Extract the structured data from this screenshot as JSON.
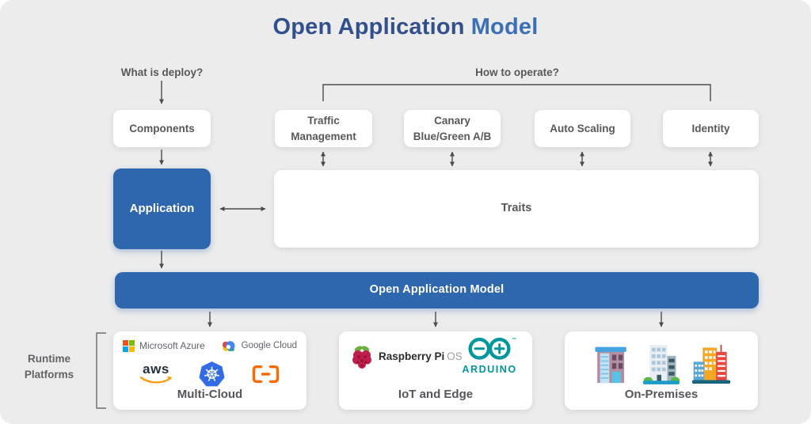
{
  "title": {
    "part1": "Open Application",
    "part2": "Model"
  },
  "annotations": {
    "what_is_deploy": "What is deploy?",
    "how_to_operate": "How to operate?",
    "runtime_platforms": [
      "Runtime",
      "Platforms"
    ]
  },
  "deploy_column": {
    "components": "Components",
    "application": "Application"
  },
  "operate_row": [
    {
      "line1": "Traffic",
      "line2": "Management"
    },
    {
      "line1": "Canary",
      "line2": "Blue/Green A/B"
    },
    {
      "line1": "Auto Scaling",
      "line2": ""
    },
    {
      "line1": "Identity",
      "line2": ""
    }
  ],
  "traits_label": "Traits",
  "oam_bar_label": "Open Application Model",
  "platforms": {
    "multi_cloud": {
      "label": "Multi-Cloud",
      "azure_text": "Microsoft Azure",
      "google_text": "Google Cloud",
      "aws_text": "aws",
      "icons": [
        "microsoft-icon",
        "google-cloud-icon",
        "aws-icon",
        "kubernetes-icon",
        "alibaba-cloud-icon"
      ]
    },
    "iot_edge": {
      "label": "IoT and Edge",
      "raspberry_text": "Raspberry Pi",
      "raspberry_suffix": "OS",
      "arduino_text": "ARDUINO",
      "arduino_tm": "™",
      "icons": [
        "raspberry-pi-icon",
        "arduino-icon"
      ]
    },
    "on_premises": {
      "label": "On-Premises",
      "icons": [
        "office-building-icon",
        "tower-building-icon",
        "city-buildings-icon"
      ]
    }
  },
  "colors": {
    "background": "#ececec",
    "accent_blue": "#2f67ae",
    "title_navy": "#31508c",
    "title_blue": "#3a70b8",
    "text_gray": "#57585a",
    "arrow_gray": "#4b4b4b",
    "kubernetes_blue": "#326ce5",
    "aws_orange": "#ff9900",
    "alibaba_orange": "#ff6a00",
    "arduino_teal": "#00979c",
    "raspberry_red": "#bf1e4b"
  }
}
